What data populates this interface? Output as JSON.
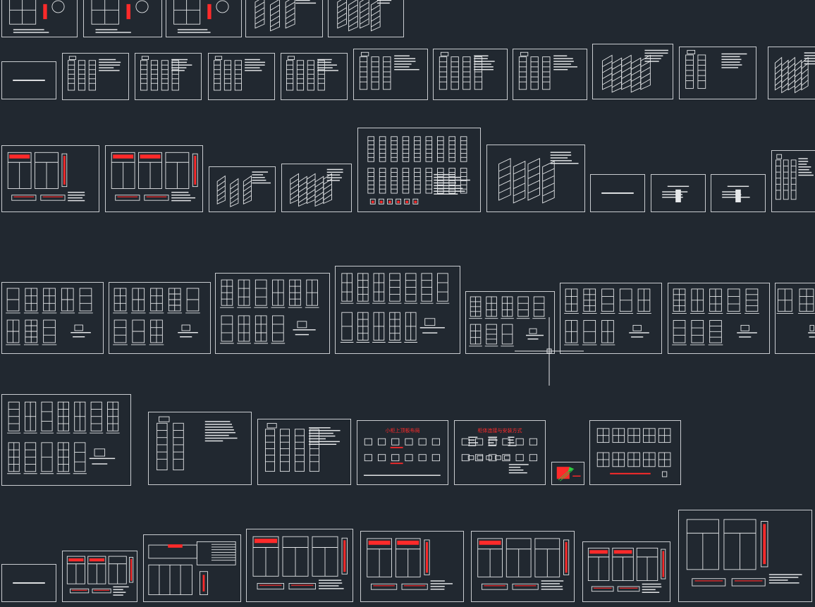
{
  "app": {
    "name": "CAD model space viewport"
  },
  "colors": {
    "background": "#212830",
    "line": "#e6e8ea",
    "frame": "#c9ccd0",
    "accent_red": "#ff2a2a",
    "accent_green": "#2ecc40"
  },
  "sheets": {
    "red_title_1": "小柜上顶板布局",
    "red_title_2": "柜体连接与安装方式"
  },
  "cursor": {
    "icon": "crosshair-cursor-icon"
  }
}
